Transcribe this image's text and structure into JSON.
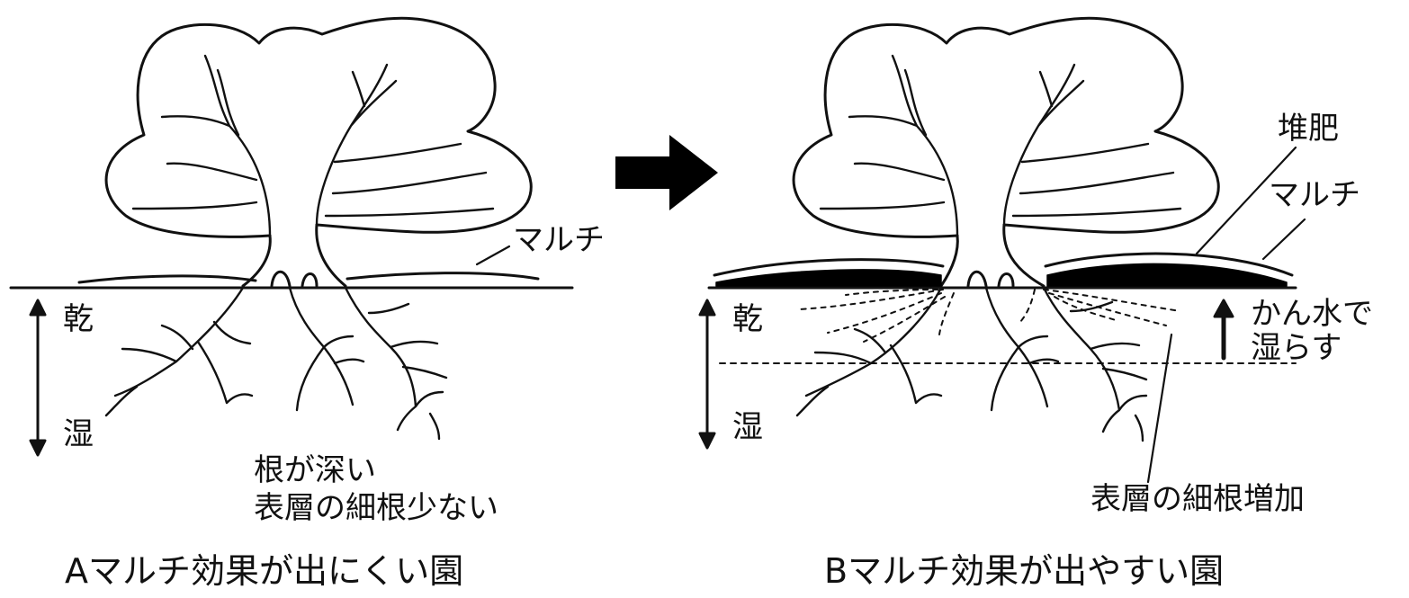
{
  "panel_a": {
    "mulch_label": "マルチ",
    "dry_label": "乾",
    "wet_label": "湿",
    "note_line1": "根が深い",
    "note_line2": "表層の細根少ない",
    "caption": "Aマルチ効果が出にくい園"
  },
  "panel_b": {
    "compost_label": "堆肥",
    "mulch_label": "マルチ",
    "dry_label": "乾",
    "wet_label": "湿",
    "irrigation_line1": "かん水で",
    "irrigation_line2": "湿らす",
    "fine_roots_label": "表層の細根増加",
    "caption": "Bマルチ効果が出やすい園"
  },
  "colors": {
    "ink": "#111111",
    "background": "#ffffff"
  }
}
